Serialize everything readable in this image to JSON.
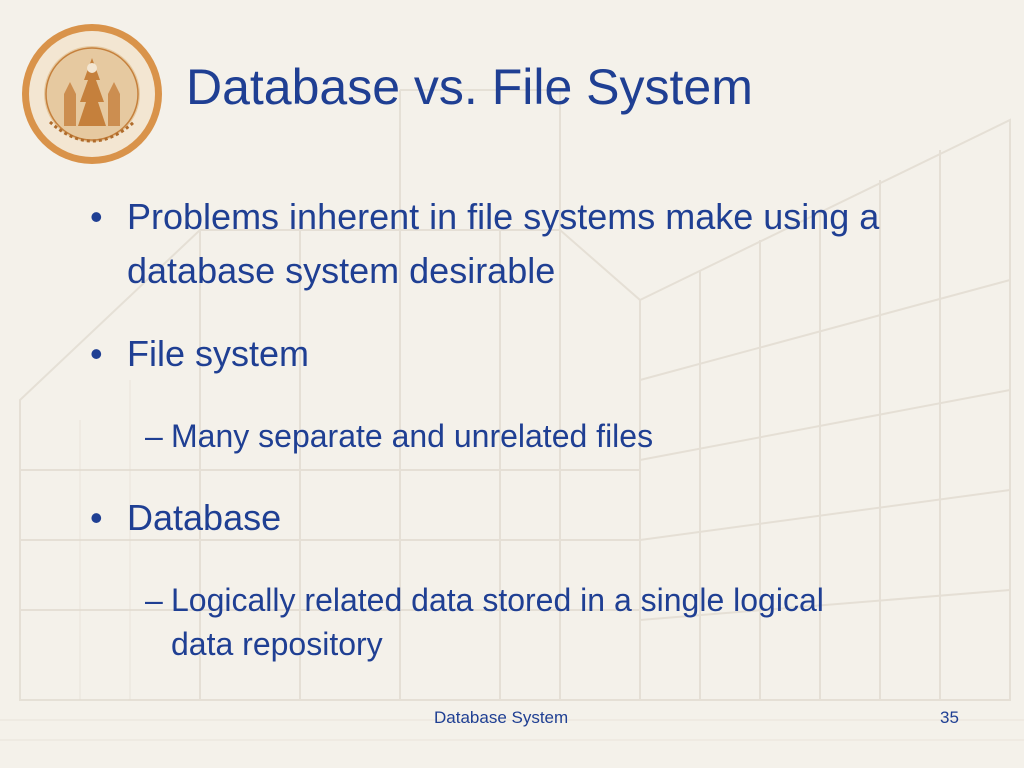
{
  "slide": {
    "title": "Database vs. File System",
    "logo_icon": "university-seal-icon",
    "bullets": [
      {
        "marker": "•",
        "text": "Problems inherent in file systems make using a database system desirable"
      },
      {
        "marker": "•",
        "text": "File system"
      },
      {
        "marker": "–",
        "text": "Many separate and unrelated files"
      },
      {
        "marker": "•",
        "text": "Database"
      },
      {
        "marker": "–",
        "text": "Logically related data stored in a single logical data repository"
      }
    ]
  },
  "footer": {
    "center": "Database System",
    "page_number": "35"
  },
  "colors": {
    "text": "#1f3f93",
    "background": "#f4f1ea",
    "seal": "#d9934a"
  }
}
